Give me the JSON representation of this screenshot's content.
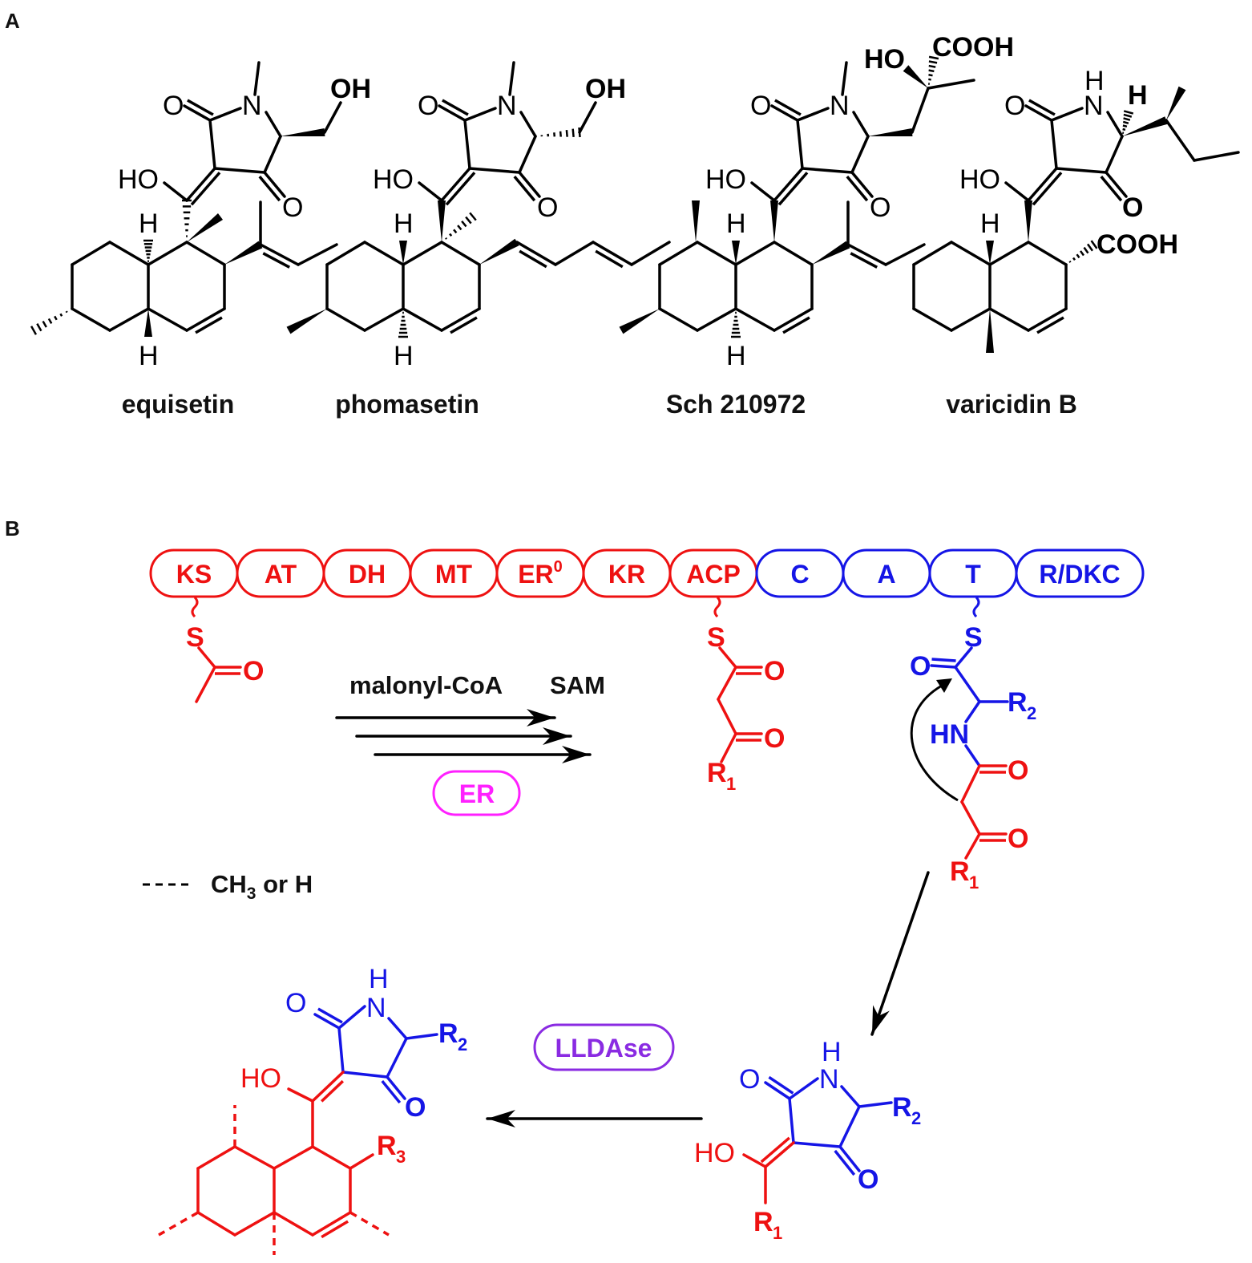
{
  "panels": {
    "a": "A",
    "b": "B"
  },
  "compounds": [
    {
      "name": "equisetin"
    },
    {
      "name": "phomasetin"
    },
    {
      "name": "Sch 210972"
    },
    {
      "name": "varicidin B"
    }
  ],
  "domains": [
    {
      "label": "KS",
      "type": "pks"
    },
    {
      "label": "AT",
      "type": "pks"
    },
    {
      "label": "DH",
      "type": "pks"
    },
    {
      "label": "MT",
      "type": "pks"
    },
    {
      "label": "ER",
      "sup": "0",
      "type": "pks"
    },
    {
      "label": "KR",
      "type": "pks"
    },
    {
      "label": "ACP",
      "type": "pks"
    },
    {
      "label": "C",
      "type": "nrps"
    },
    {
      "label": "A",
      "type": "nrps"
    },
    {
      "label": "T",
      "type": "nrps"
    },
    {
      "label": "R/DKC",
      "type": "nrps"
    }
  ],
  "reagents": {
    "malonyl": "malonyl-CoA",
    "sam": "SAM"
  },
  "enzymes": {
    "er": "ER",
    "lldase": "LLDAse"
  },
  "legend": {
    "text": "CH",
    "sub": "3",
    "rest": " or H"
  },
  "atoms": {
    "S": "S",
    "O": "O",
    "HO": "HO",
    "HN": "HN",
    "N": "N",
    "H": "H",
    "OH": "OH",
    "COOH": "COOH",
    "R": "R",
    "one": "1",
    "two": "2",
    "three": "3"
  },
  "colors": {
    "pks": "#ee1111",
    "nrps": "#1515e6",
    "er": "#ff20ff",
    "lldase": "#8a2be2",
    "black": "#000000"
  }
}
